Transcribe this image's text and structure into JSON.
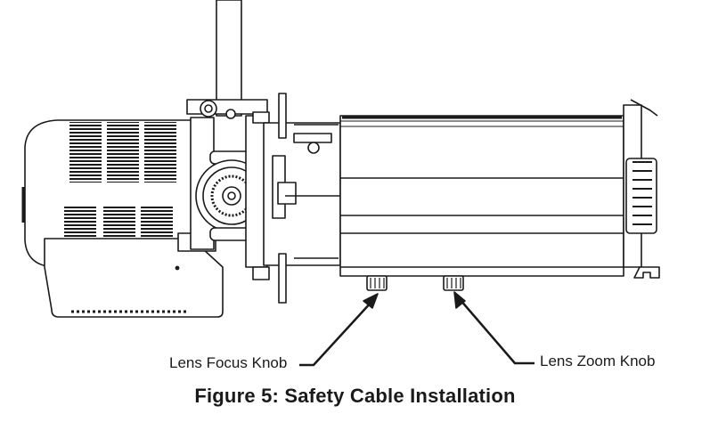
{
  "callouts": {
    "focus_knob": "Lens Focus Knob",
    "zoom_knob": "Lens Zoom Knob"
  },
  "caption": "Figure 5: Safety Cable Installation",
  "colors": {
    "line": "#1a1a1a",
    "fill": "#ffffff"
  },
  "icons": {
    "arrow": "arrowhead-icon"
  }
}
